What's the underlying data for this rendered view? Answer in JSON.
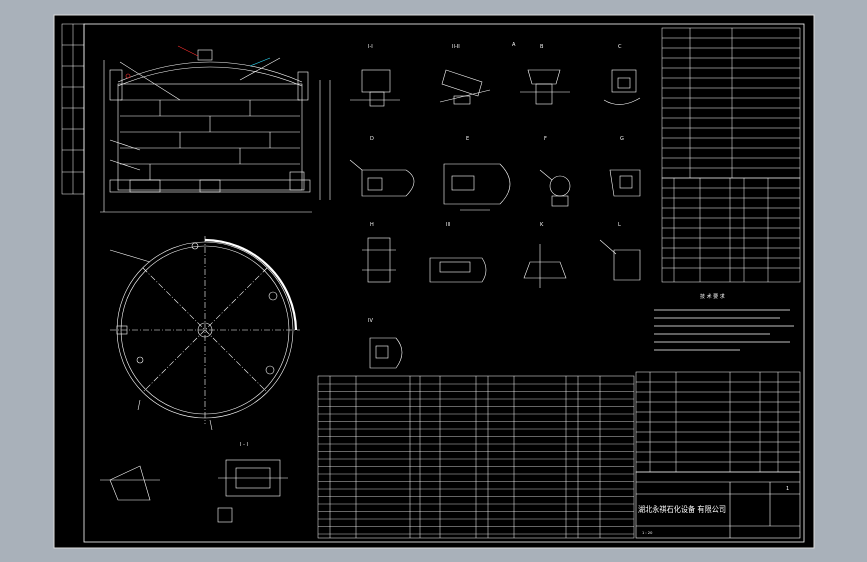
{
  "colors": {
    "background": "#a9b1ba",
    "sheet": "#000000",
    "line": "#ffffff",
    "accent_red": "#ff3030",
    "accent_cyan": "#30e0ff"
  },
  "detail_labels": {
    "row1": [
      "I-I",
      "II-II",
      "A",
      "B",
      "C"
    ],
    "row2": [
      "D",
      "E",
      "F",
      "G"
    ],
    "row3": [
      "H",
      "III",
      "K",
      "L"
    ],
    "row4": [
      "IV"
    ]
  },
  "section_label": "I - I",
  "title_block": {
    "company": "湖北永祺石化设备 有限公司",
    "sheet_no": "1",
    "bottom_row": "1 : 20"
  },
  "tech_requirements_title": "技 术 要 求"
}
